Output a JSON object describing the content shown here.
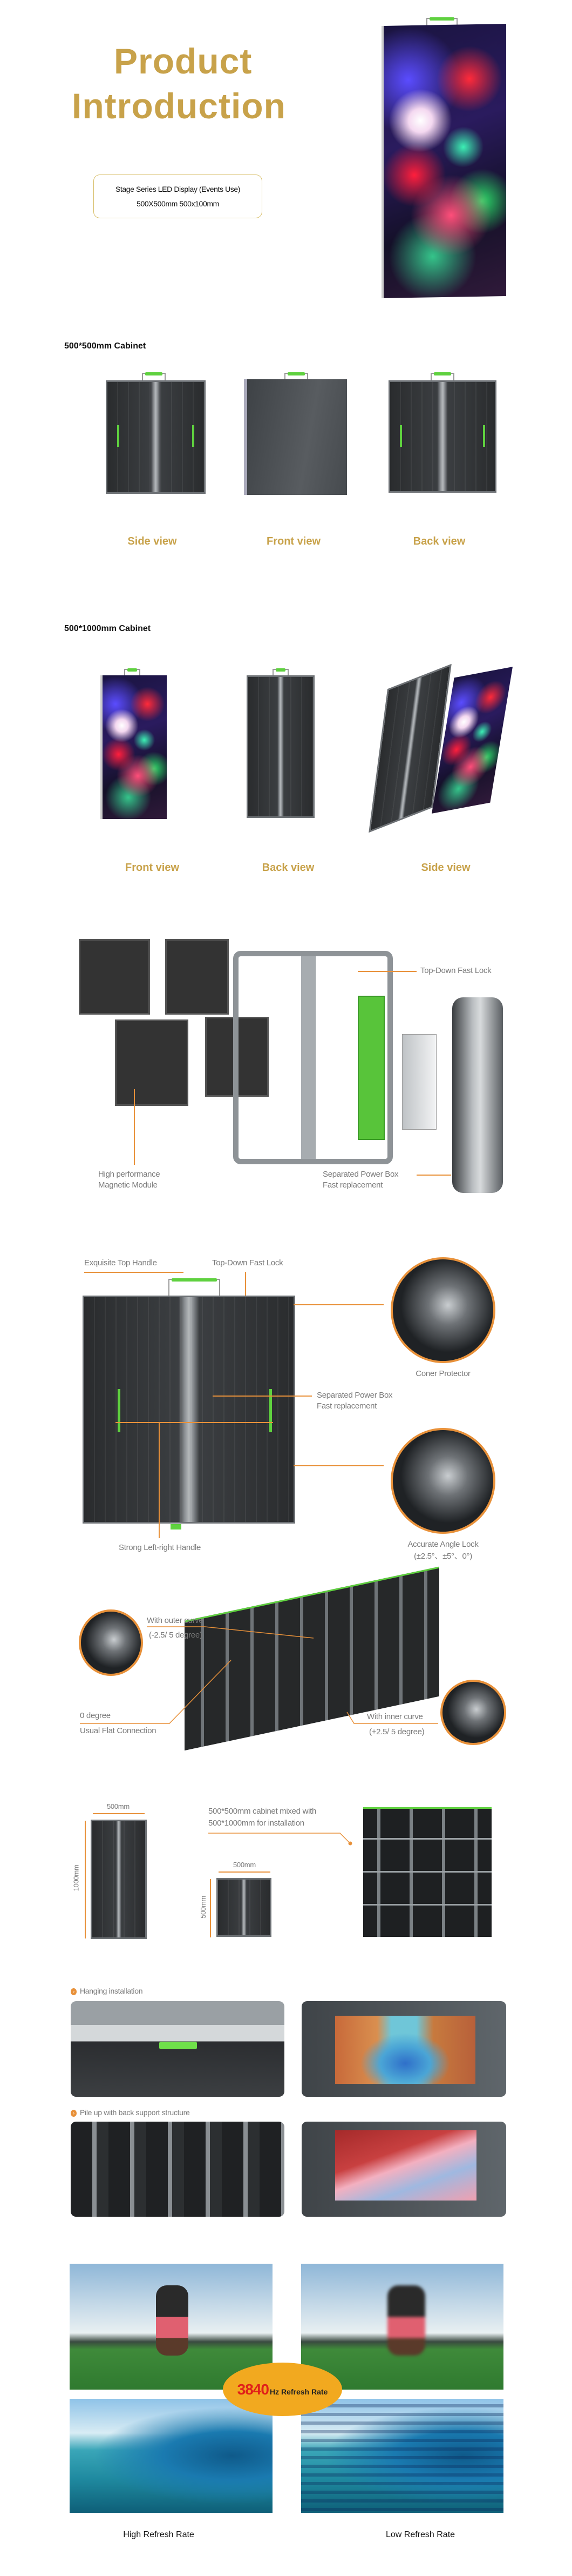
{
  "hero": {
    "title_line1": "Product",
    "title_line2": "Introduction",
    "spec_line1": "Stage Series LED Display (Events  Use)",
    "spec_line2": "500X500mm  500x100mm"
  },
  "cabinet_500x500": {
    "heading": "500*500mm  Cabinet",
    "views": [
      "Side view",
      "Front view",
      "Back view"
    ]
  },
  "cabinet_500x1000": {
    "heading": "500*1000mm Cabinet",
    "views": [
      "Front view",
      "Back view",
      "Side view"
    ]
  },
  "exploded": {
    "top_lock": "Top-Down Fast Lock",
    "module_line1": "High performance",
    "module_line2": "Magnetic Module",
    "power_line1": "Separated Power Box",
    "power_line2": "Fast replacement"
  },
  "features": {
    "top_handle": "Exquisite Top Handle",
    "top_lock": "Top-Down Fast Lock",
    "corner": "Coner Protector",
    "power_line1": "Separated Power Box",
    "power_line2": "Fast replacement",
    "side_handle": "Strong Left-right Handle",
    "angle_line1": "Accurate Angle Lock",
    "angle_line2": "(±2.5°、±5°、0°)"
  },
  "curve": {
    "outer_line1": "With outer curve",
    "outer_line2": "(-2.5/ 5 degree)",
    "flat_line1": "0 degree",
    "flat_line2": "Usual Flat Connection",
    "inner_line1": "With inner curve",
    "inner_line2": "(+2.5/ 5 degree)"
  },
  "dimensions": {
    "tall_width": "500mm",
    "tall_height": "1000mm",
    "small_width": "500mm",
    "small_height": "500mm",
    "mixed_line1": "500*500mm cabinet mixed with",
    "mixed_line2": "500*1000mm for installation"
  },
  "installation": {
    "hanging": "Hanging installation",
    "pile": "Pile up with back support structure"
  },
  "refresh": {
    "badge_number": "3840",
    "badge_unit": "Hz Refresh Rate",
    "high_label": "High Refresh Rate",
    "low_label": "Low Refresh Rate"
  },
  "colors": {
    "gold": "#c8a24a",
    "accent_orange": "#e8913a",
    "handle_green": "#5fd13f",
    "badge_yellow": "#f2a91f",
    "badge_red": "#e0201a"
  }
}
